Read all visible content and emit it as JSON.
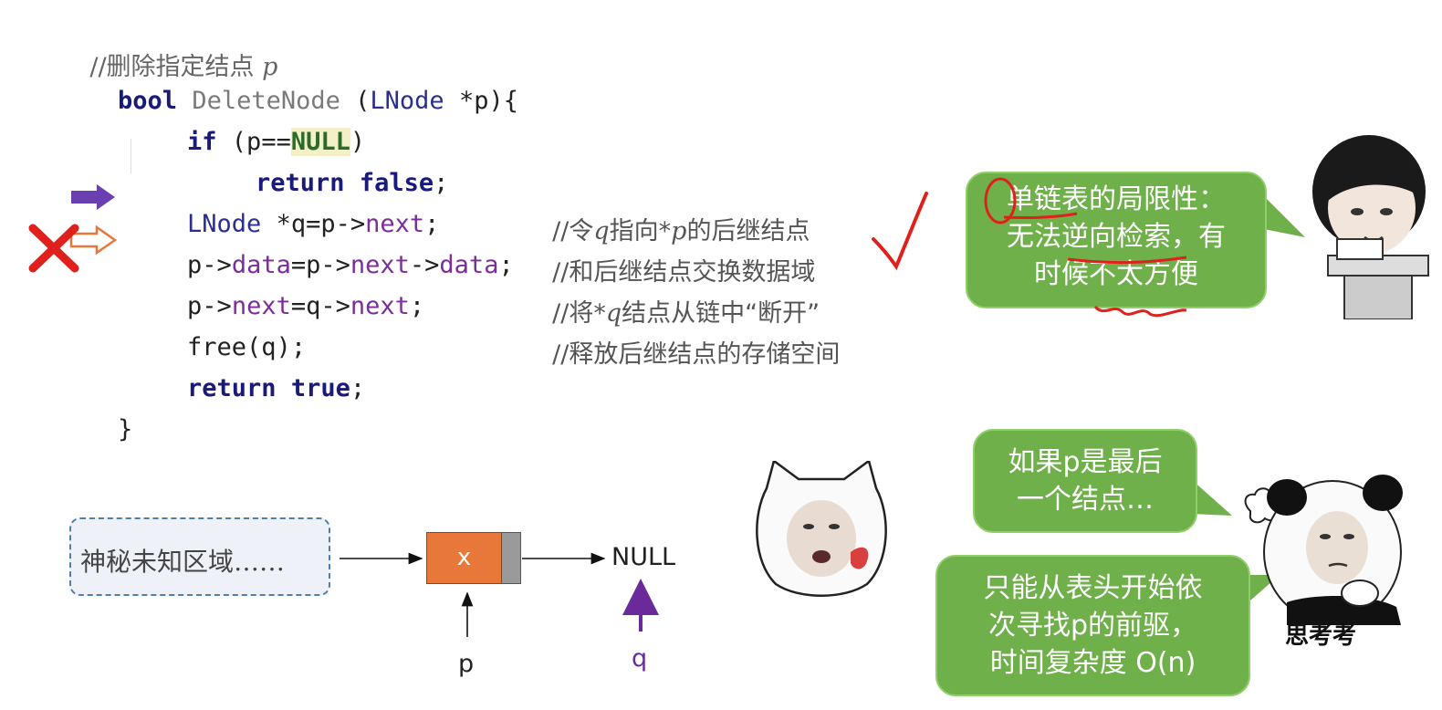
{
  "code": {
    "comment_title": "//删除指定结点 ",
    "comment_title_var": "p",
    "line_sig_kw": "bool",
    "line_sig_fn": "DeleteNode",
    "line_sig_open": " (",
    "line_sig_type": "LNode",
    "line_sig_rest": " *p){",
    "if_kw": "if",
    "if_open": " (p==",
    "if_null": "NULL",
    "if_close": ")",
    "ret_false_kw": "return",
    "ret_false_val": "false",
    "ret_false_semi": ";",
    "l1_type": "LNode",
    "l1_a": " *q=p->",
    "l1_f": "next",
    "l1_b": ";",
    "l2_a": "p->",
    "l2_f1": "data",
    "l2_b": "=p->",
    "l2_f2": "next",
    "l2_c": "->",
    "l2_f3": "data",
    "l2_d": ";",
    "l3_a": "p->",
    "l3_f1": "next",
    "l3_b": "=q->",
    "l3_f2": "next",
    "l3_c": ";",
    "l4": "free(q);",
    "ret_true_kw": "return",
    "ret_true_val": "true",
    "ret_true_semi": ";",
    "close_brace": "}"
  },
  "comments": {
    "c1_a": "//令",
    "c1_q": "q",
    "c1_b": "指向*",
    "c1_p": "p",
    "c1_c": "的后继结点",
    "c2": "//和后继结点交换数据域",
    "c3_a": "//将*",
    "c3_q": "q",
    "c3_b": "结点从链中“断开”",
    "c4": "//释放后继结点的存储空间"
  },
  "bubbles": {
    "limitation": "单链表的局限性：无法逆向检索，有时候不太方便",
    "limitation_l1": "单链表的局限性：",
    "limitation_l2": "无法逆向检索，有",
    "limitation_l3": "时候不太方便",
    "if_last_l1": "如果p是最后",
    "if_last_l2": "一个结点…",
    "search_l1": "只能从表头开始依",
    "search_l2": "次寻找p的前驱，",
    "search_l3": "时间复杂度 O(n)"
  },
  "diagram": {
    "mystery_area": "神秘未知区域……",
    "node_value": "x",
    "null_label": "NULL",
    "p_label": "p",
    "q_label": "q",
    "node_color": "#e8773a",
    "pointer_q_color": "#6a2a9a"
  },
  "meme": {
    "thinking_caption": "思考考"
  },
  "colors": {
    "bubble_green": "#6fb04a",
    "annotation_red": "#e0201c",
    "arrow_purple": "#6a3fb0",
    "arrow_orange": "#e8773a"
  }
}
